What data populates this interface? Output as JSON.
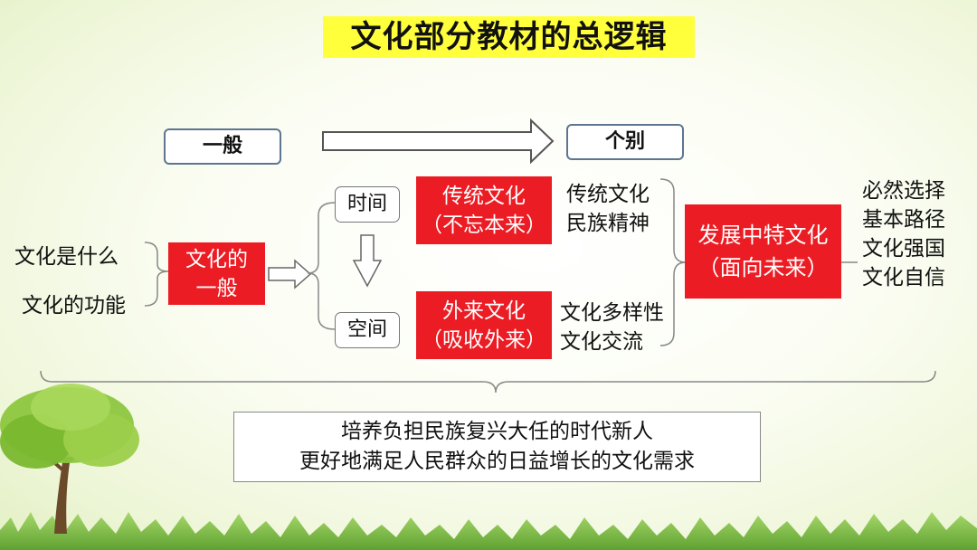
{
  "title": "文化部分教材的总逻辑",
  "header": {
    "general_label": "一般",
    "specific_label": "个别"
  },
  "left_items": [
    "文化是什么",
    "文化的功能"
  ],
  "culture_general": [
    "文化的",
    "一般"
  ],
  "time_label": "时间",
  "space_label": "空间",
  "traditional": {
    "title": "传统文化",
    "subtitle": "（不忘本来）",
    "notes": [
      "传统文化",
      "民族精神"
    ]
  },
  "foreign": {
    "title": "外来文化",
    "subtitle": "（吸收外来）",
    "notes": [
      "文化多样性",
      "文化交流"
    ]
  },
  "socialist": {
    "title": "发展中特文化",
    "subtitle": "（面向未来）"
  },
  "right_items": [
    "必然选择",
    "基本路径",
    "文化强国",
    "文化自信"
  ],
  "goal": [
    "培养负担民族复兴大任的时代新人",
    "更好地满足人民群众的日益增长的文化需求"
  ]
}
